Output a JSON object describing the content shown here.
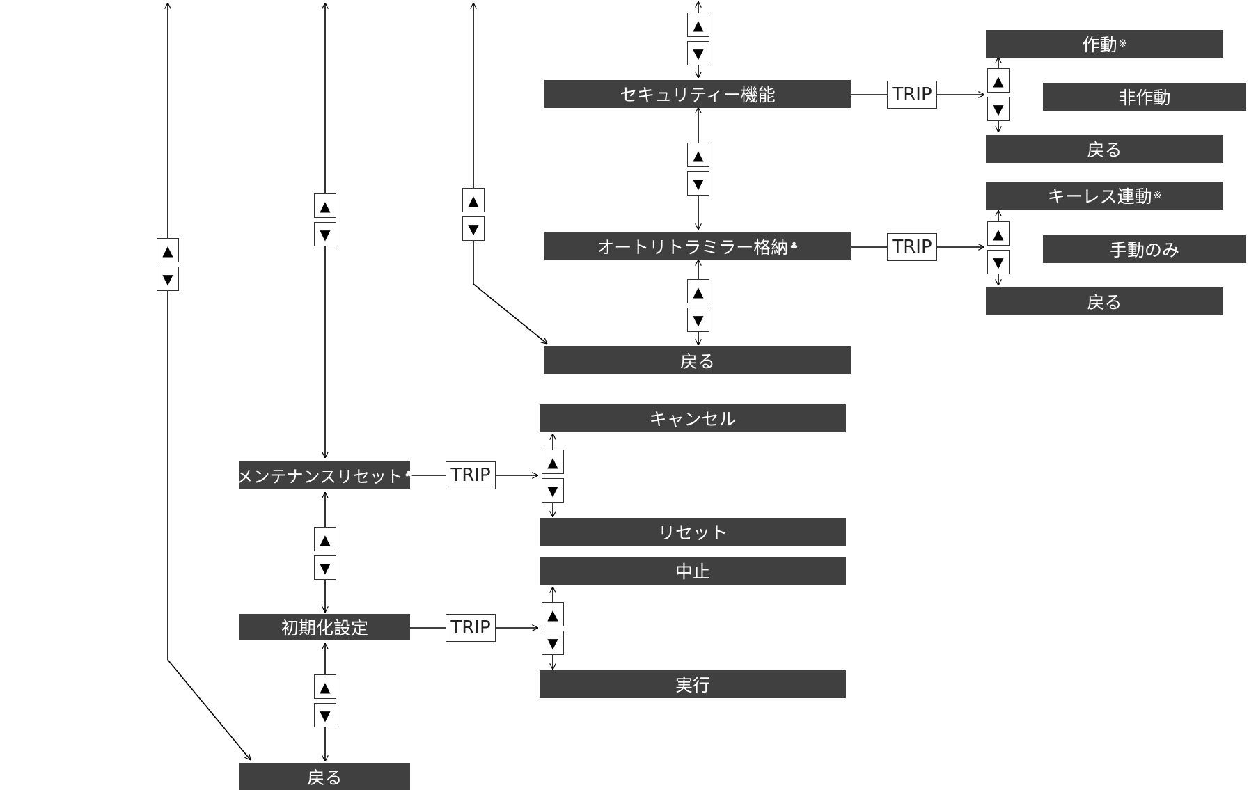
{
  "col1": {
    "maintenance_reset": "メンテナンスリセット",
    "maintenance_mark": "♣",
    "initial_setting": "初期化設定",
    "back": "戻る"
  },
  "col2": {
    "security": "セキュリティー機能",
    "auto_mirror": "オートリトラミラー格納",
    "auto_mirror_mark": "♣",
    "back": "戻る",
    "cancel": "キャンセル",
    "reset": "リセット",
    "abort": "中止",
    "execute": "実行"
  },
  "col3": {
    "active": "作動",
    "active_mark": "※",
    "inactive": "非作動",
    "back1": "戻る",
    "keyless": "キーレス連動",
    "keyless_mark": "※",
    "manual_only": "手動のみ",
    "back2": "戻る"
  },
  "trip_label": "TRIP",
  "nav": {
    "up": "▲",
    "down": "▼"
  }
}
